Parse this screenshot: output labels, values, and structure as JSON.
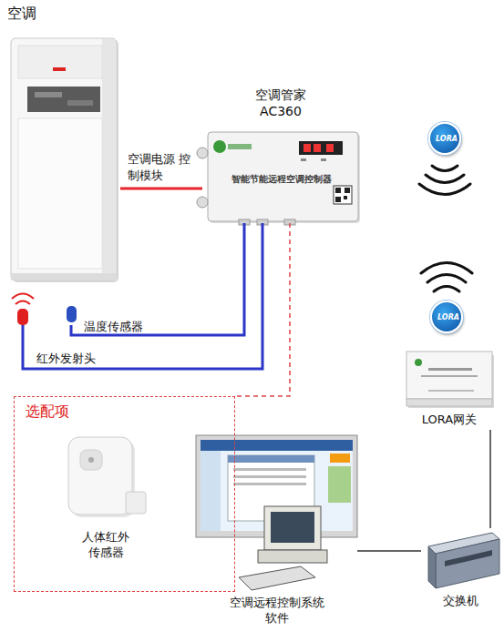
{
  "diagram": {
    "nodes": [
      {
        "text": [
          "空调"
        ]
      },
      {
        "text": [
          "空调管家 AC360",
          "智能节能远程空调控制器"
        ]
      },
      {
        "text": [
          "LORA"
        ]
      },
      {
        "text": [
          "LORA"
        ]
      },
      {
        "text": [
          "LORA网关"
        ]
      },
      {
        "text": [
          "选配项"
        ]
      },
      {
        "text": [
          "人体红外 传感器"
        ],
        "in": 5
      },
      {
        "text": [
          "空调远程控制系统 软件"
        ]
      },
      {
        "text": [
          "交换机"
        ]
      }
    ],
    "edges": [
      {
        "from": 0,
        "to": 1,
        "arrow": "none",
        "label": "空调电源 控制模块"
      },
      {
        "from": 0,
        "to": 1,
        "arrow": "none",
        "label": "温度传感器"
      },
      {
        "from": 0,
        "to": 1,
        "arrow": "none",
        "label": "红外发射头"
      },
      {
        "from": 1,
        "to": 5,
        "arrow": "none"
      },
      {
        "from": 4,
        "to": 8,
        "arrow": "none"
      },
      {
        "from": 7,
        "to": 8,
        "arrow": "none"
      }
    ]
  }
}
